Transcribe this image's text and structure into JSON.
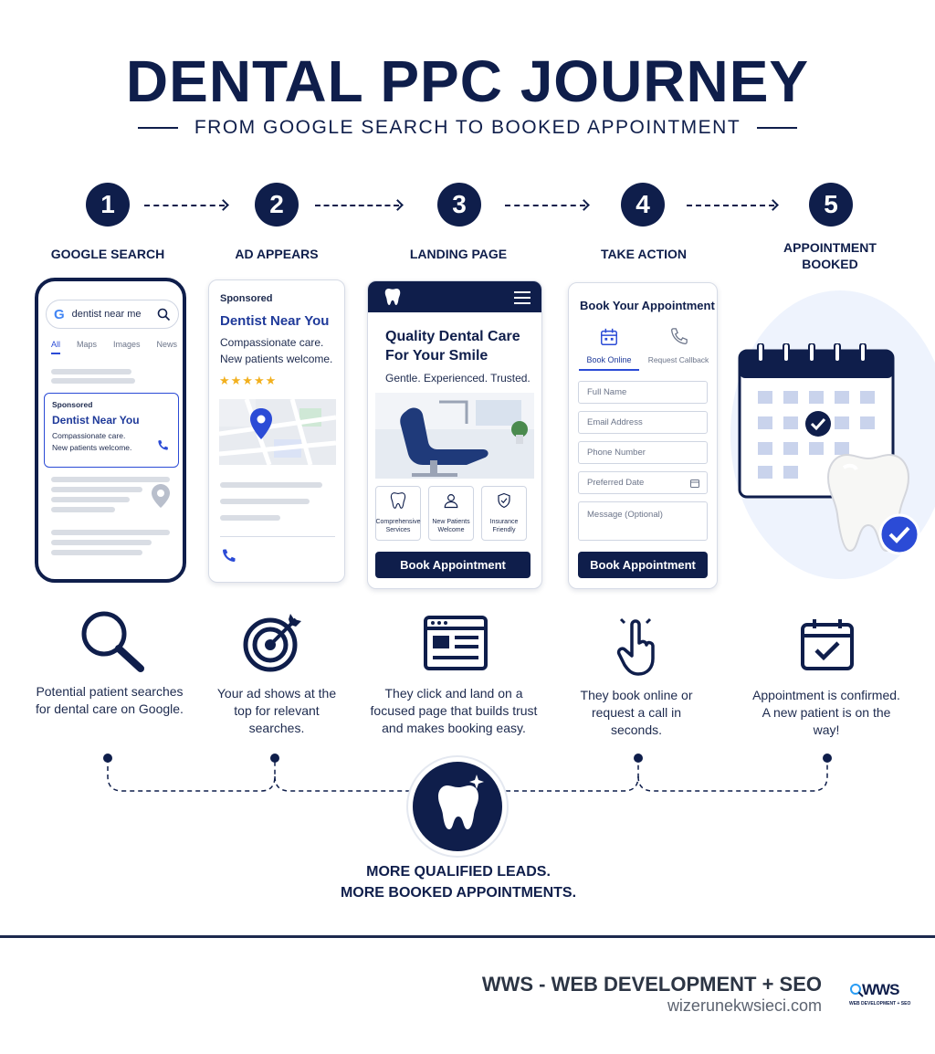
{
  "header": {
    "title": "DENTAL PPC JOURNEY",
    "subtitle": "FROM GOOGLE SEARCH TO BOOKED APPOINTMENT"
  },
  "steps": [
    {
      "number": "1",
      "label": "GOOGLE SEARCH",
      "description": "Potential patient searches for dental care on Google."
    },
    {
      "number": "2",
      "label": "AD APPEARS",
      "description": "Your ad shows at the top for relevant searches."
    },
    {
      "number": "3",
      "label": "LANDING PAGE",
      "description": "They click and land on a focused page that builds trust and makes booking easy."
    },
    {
      "number": "4",
      "label": "TAKE ACTION",
      "description": "They book online or request a call in seconds."
    },
    {
      "number": "5",
      "label": "APPOINTMENT BOOKED",
      "description": "Appointment is confirmed. A new patient is on the way!"
    }
  ],
  "phone": {
    "search_query": "dentist near me",
    "tabs": [
      "All",
      "Maps",
      "Images",
      "News"
    ],
    "ad_sponsored": "Sponsored",
    "ad_title": "Dentist Near You",
    "ad_line1": "Compassionate care.",
    "ad_line2": "New patients welcome."
  },
  "ad_card": {
    "sponsored": "Sponsored",
    "title": "Dentist Near You",
    "line1": "Compassionate care.",
    "line2": "New patients welcome.",
    "stars": "★★★★★"
  },
  "landing": {
    "headline1": "Quality Dental Care",
    "headline2": "For Your Smile",
    "tagline": "Gentle. Experienced. Trusted.",
    "features": [
      {
        "line1": "Comprehensive",
        "line2": "Services"
      },
      {
        "line1": "New Patients",
        "line2": "Welcome"
      },
      {
        "line1": "Insurance",
        "line2": "Friendly"
      }
    ],
    "button": "Book Appointment"
  },
  "form": {
    "title": "Book Your Appointment",
    "tab_online": "Book Online",
    "tab_callback": "Request Callback",
    "fields": [
      "Full Name",
      "Email Address",
      "Phone Number",
      "Preferred Date",
      "Message (Optional)"
    ],
    "button": "Book Appointment"
  },
  "footer_message": {
    "line1": "MORE QUALIFIED LEADS.",
    "line2": "MORE BOOKED APPOINTMENTS."
  },
  "brand": {
    "name": "WWS - WEB DEVELOPMENT + SEO",
    "url": "wizerunekwsieci.com",
    "logo_text": "WWS",
    "logo_sub": "WEB DEVELOPMENT + SEO"
  },
  "colors": {
    "navy": "#0f1e4b",
    "accent_blue": "#2b4bd6",
    "star_gold": "#f2b01e"
  }
}
